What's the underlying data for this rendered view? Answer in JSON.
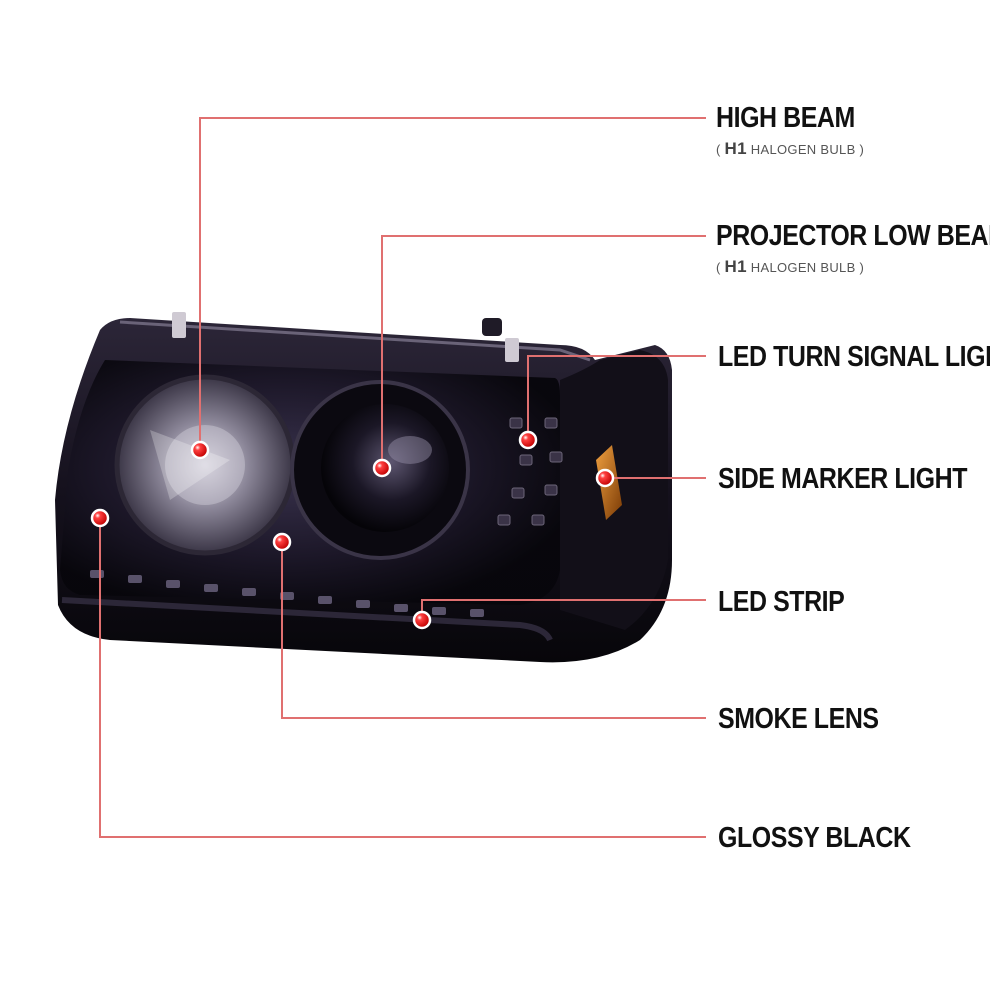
{
  "callouts": {
    "high_beam": {
      "title": "HIGH BEAM",
      "sub_open": "( ",
      "sub_bold": "H1",
      "sub_rest": " HALOGEN BULB )"
    },
    "projector_low_beam": {
      "title": "PROJECTOR LOW BEAM",
      "sub_open": "( ",
      "sub_bold": "H1",
      "sub_rest": " HALOGEN BULB )"
    },
    "led_turn_signal": {
      "title": "LED TURN SIGNAL LIGHT"
    },
    "side_marker": {
      "title": "SIDE MARKER LIGHT"
    },
    "led_strip": {
      "title": "LED STRIP"
    },
    "smoke_lens": {
      "title": "SMOKE LENS"
    },
    "glossy_black": {
      "title": "GLOSSY BLACK"
    }
  },
  "colors": {
    "leader_line": "#e07070",
    "marker_dot": "#ff1a1a",
    "housing": "#1a1524",
    "amber": "#c06a10"
  }
}
